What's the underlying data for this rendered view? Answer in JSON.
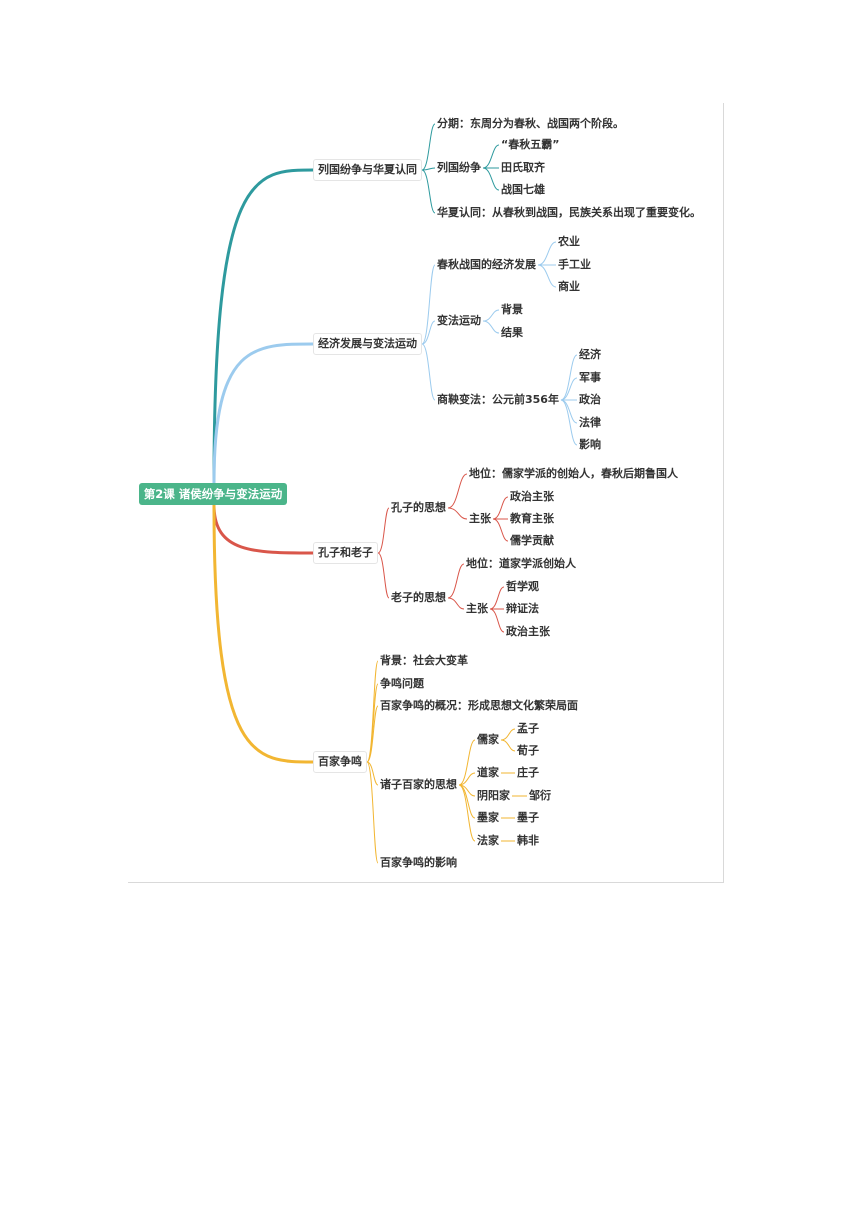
{
  "root": "第2课  诸侯纷争与变法运动",
  "branches": [
    {
      "title": "列国纷争与华夏认同",
      "color": "#2e9a9e",
      "items": [
        {
          "text": "分期：东周分为春秋、战国两个阶段。"
        },
        {
          "text": "列国纷争",
          "children": [
            "“春秋五霸”",
            "田氏取齐",
            "战国七雄"
          ]
        },
        {
          "text": "华夏认同：从春秋到战国，民族关系出现了重要变化。"
        }
      ]
    },
    {
      "title": "经济发展与变法运动",
      "color": "#9ccbee",
      "items": [
        {
          "text": "春秋战国的经济发展",
          "children": [
            "农业",
            "手工业",
            "商业"
          ]
        },
        {
          "text": "变法运动",
          "children": [
            "背景",
            "结果"
          ]
        },
        {
          "text": "商鞅变法：公元前356年",
          "children": [
            "经济",
            "军事",
            "政治",
            "法律",
            "影响"
          ]
        }
      ]
    },
    {
      "title": "孔子和老子",
      "color": "#d9564a",
      "items": [
        {
          "text": "孔子的思想",
          "children": [
            {
              "text": "地位：儒家学派的创始人，春秋后期鲁国人"
            },
            {
              "text": "主张",
              "children": [
                "政治主张",
                "教育主张",
                "儒学贡献"
              ]
            }
          ]
        },
        {
          "text": "老子的思想",
          "children": [
            {
              "text": "地位：道家学派创始人"
            },
            {
              "text": "主张",
              "children": [
                "哲学观",
                "辩证法",
                "政治主张"
              ]
            }
          ]
        }
      ]
    },
    {
      "title": "百家争鸣",
      "color": "#f2b632",
      "items": [
        {
          "text": "背景：社会大变革"
        },
        {
          "text": "争鸣问题"
        },
        {
          "text": "百家争鸣的概况：形成思想文化繁荣局面"
        },
        {
          "text": "诸子百家的思想",
          "children": [
            {
              "text": "儒家",
              "children": [
                "孟子",
                "荀子"
              ]
            },
            {
              "text": "道家",
              "children": [
                "庄子"
              ]
            },
            {
              "text": "阴阳家",
              "children": [
                "邹衍"
              ]
            },
            {
              "text": "墨家",
              "children": [
                "墨子"
              ]
            },
            {
              "text": "法家",
              "children": [
                "韩非"
              ]
            }
          ]
        },
        {
          "text": "百家争鸣的影响"
        }
      ]
    }
  ]
}
